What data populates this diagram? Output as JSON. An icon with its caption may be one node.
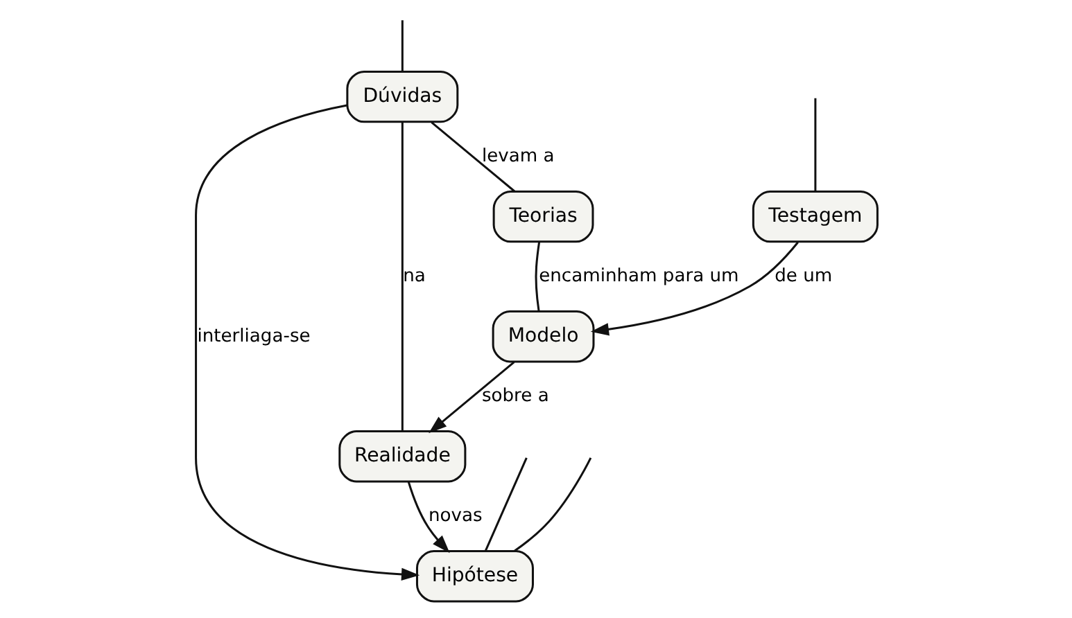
{
  "diagram": {
    "nodes": [
      {
        "text": [
          "Hipótese"
        ]
      },
      {
        "text": [
          "Dúvidas"
        ]
      },
      {
        "text": [
          "Realidade"
        ]
      },
      {
        "text": [
          "Teorias"
        ]
      },
      {
        "text": [
          "Testagem"
        ]
      },
      {
        "text": [
          "Modelo"
        ]
      }
    ],
    "edges": [
      {
        "from": null,
        "to": 0,
        "arrow": "none"
      },
      {
        "from": null,
        "to": 0,
        "arrow": "none"
      },
      {
        "from": null,
        "to": 1,
        "arrow": "none"
      },
      {
        "from": 1,
        "to": 0,
        "arrow": "to",
        "label": "interliaga-se"
      },
      {
        "from": 2,
        "to": 0,
        "arrow": "to",
        "label": "novas"
      },
      {
        "from": 1,
        "to": 2,
        "arrow": "none",
        "label": "na"
      },
      {
        "from": 1,
        "to": 3,
        "arrow": "none",
        "label": "levam a"
      },
      {
        "from": null,
        "to": 4,
        "arrow": "none"
      },
      {
        "from": 5,
        "to": 2,
        "arrow": "to",
        "label": "sobre a"
      },
      {
        "from": 3,
        "to": 5,
        "arrow": "none",
        "label": "encaminham para um"
      },
      {
        "from": 4,
        "to": 5,
        "arrow": "to",
        "label": "de um"
      }
    ]
  }
}
